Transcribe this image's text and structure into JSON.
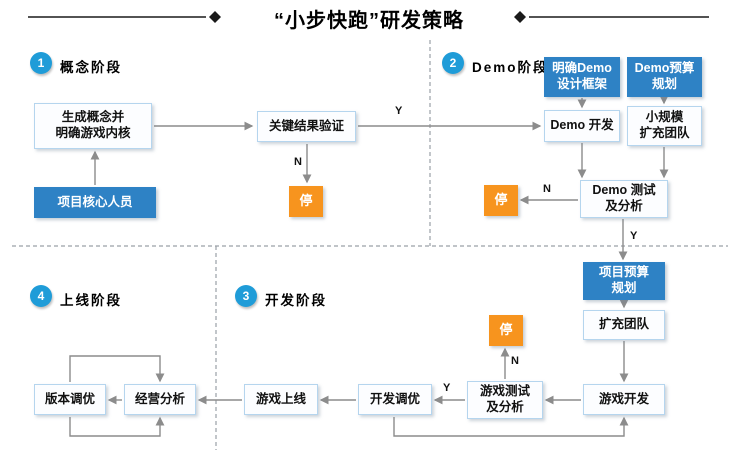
{
  "title": {
    "text": "“小步快跑”研发策略"
  },
  "colors": {
    "accent_blue": "#2e82c5",
    "circle_blue": "#1f9cd8",
    "stop_orange": "#f7941e",
    "arrow_gray": "#8c8c8c",
    "light_box_border": "#b5d5ee",
    "light_box_bg": "#fcfdff"
  },
  "phases": [
    {
      "num": "1",
      "label": "概念阶段"
    },
    {
      "num": "2",
      "label": "Demo阶段"
    },
    {
      "num": "3",
      "label": "开发阶段"
    },
    {
      "num": "4",
      "label": "上线阶段"
    }
  ],
  "nodes": {
    "concept": "生成概念并\n明确游戏内核",
    "core_team": "项目核心人员",
    "key_result": "关键结果验证",
    "demo_frame": "明确Demo\n设计框架",
    "demo_budget": "Demo预算\n规划",
    "demo_dev": "Demo 开发",
    "small_team": "小规模\n扩充团队",
    "demo_test": "Demo 测试\n及分析",
    "project_budget": "项目预算\n规划",
    "expand_team": "扩充团队",
    "game_dev": "游戏开发",
    "game_test": "游戏测试\n及分析",
    "dev_tune": "开发调优",
    "game_launch": "游戏上线",
    "ops_analysis": "经营分析",
    "version_tune": "版本调优",
    "stop": "停"
  },
  "edge_labels": {
    "yes": "Y",
    "no": "N"
  },
  "edges": [
    {
      "from": "core_team",
      "to": "concept",
      "label": ""
    },
    {
      "from": "concept",
      "to": "key_result",
      "label": ""
    },
    {
      "from": "key_result",
      "to": "stop",
      "label": "N"
    },
    {
      "from": "key_result",
      "to": "demo_dev",
      "label": "Y"
    },
    {
      "from": "demo_frame",
      "to": "demo_dev",
      "label": ""
    },
    {
      "from": "demo_budget",
      "to": "small_team",
      "label": ""
    },
    {
      "from": "demo_dev",
      "to": "demo_test",
      "label": ""
    },
    {
      "from": "small_team",
      "to": "demo_test",
      "label": ""
    },
    {
      "from": "demo_test",
      "to": "stop",
      "label": "N"
    },
    {
      "from": "demo_test",
      "to": "project_budget",
      "label": "Y"
    },
    {
      "from": "project_budget",
      "to": "expand_team",
      "label": ""
    },
    {
      "from": "expand_team",
      "to": "game_dev",
      "label": ""
    },
    {
      "from": "game_dev",
      "to": "game_test",
      "label": ""
    },
    {
      "from": "game_test",
      "to": "stop",
      "label": "N"
    },
    {
      "from": "game_test",
      "to": "dev_tune",
      "label": "Y"
    },
    {
      "from": "dev_tune",
      "to": "game_dev",
      "label": ""
    },
    {
      "from": "dev_tune",
      "to": "game_launch",
      "label": ""
    },
    {
      "from": "game_launch",
      "to": "ops_analysis",
      "label": ""
    },
    {
      "from": "ops_analysis",
      "to": "version_tune",
      "label": ""
    },
    {
      "from": "version_tune",
      "to": "ops_analysis",
      "label": ""
    }
  ]
}
